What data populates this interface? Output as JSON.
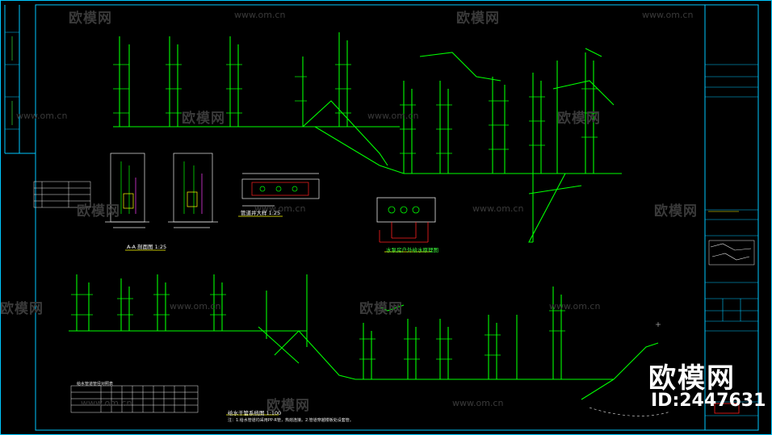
{
  "watermarks": {
    "brand": "欧模网",
    "url": "www.om.cn"
  },
  "drawing": {
    "section_title": "A-A 剖面图 1:25",
    "detail_title": "管道井大样 1:25",
    "riser_title_top": "消火栓管系统图 1:100",
    "riser_title_bottom": "给水干管系统图 1:100",
    "pump_title": "水泵房户外给水原理图",
    "table_title": "给水管道管径对照表",
    "note_bottom": "注：1.给水管道均采用PP-R管，热熔连接。2.管道穿越楼板处设套管。"
  },
  "stamp": {
    "brand": "欧模网",
    "id": "ID:2447631"
  },
  "colors": {
    "background": "#000000",
    "pipe": "#00ff00",
    "frame": "#00c8ff",
    "text": "#ffffff",
    "magenta": "#ff40ff",
    "red": "#ff2020",
    "yellow": "#ffff00",
    "watermark": "#3a3a3a"
  }
}
